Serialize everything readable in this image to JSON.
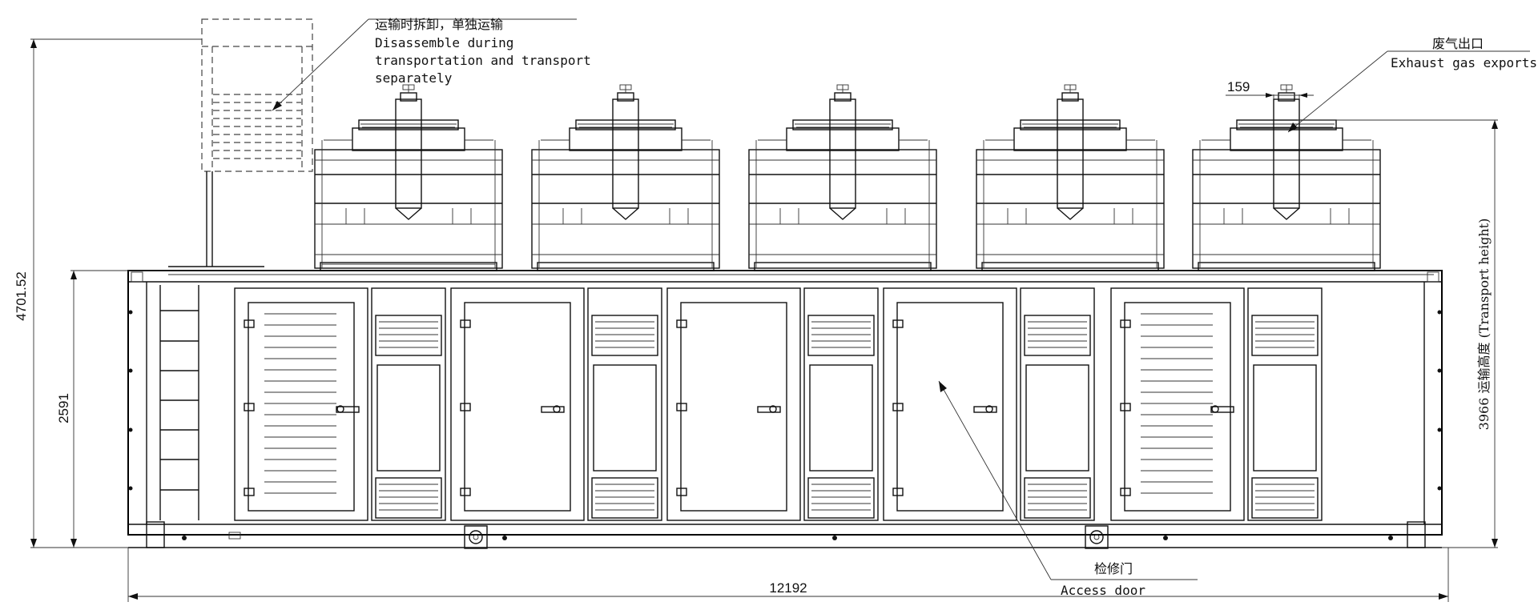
{
  "annotations": {
    "detach_cn": "运输时拆卸，单独运输",
    "detach_en_1": "Disassemble during",
    "detach_en_2": "transportation and transport",
    "detach_en_3": "separately",
    "exhaust_cn": "废气出口",
    "exhaust_en": "Exhaust gas exports",
    "access_cn": "检修门",
    "access_en": "Access door"
  },
  "dimensions": {
    "total_height": "4701.52",
    "container_height": "2591",
    "transport_height": "3966 运输高度 (Transport height)",
    "length": "12192",
    "exhaust_pipe": "159"
  },
  "radiator_count": 5,
  "bay_count": 5
}
